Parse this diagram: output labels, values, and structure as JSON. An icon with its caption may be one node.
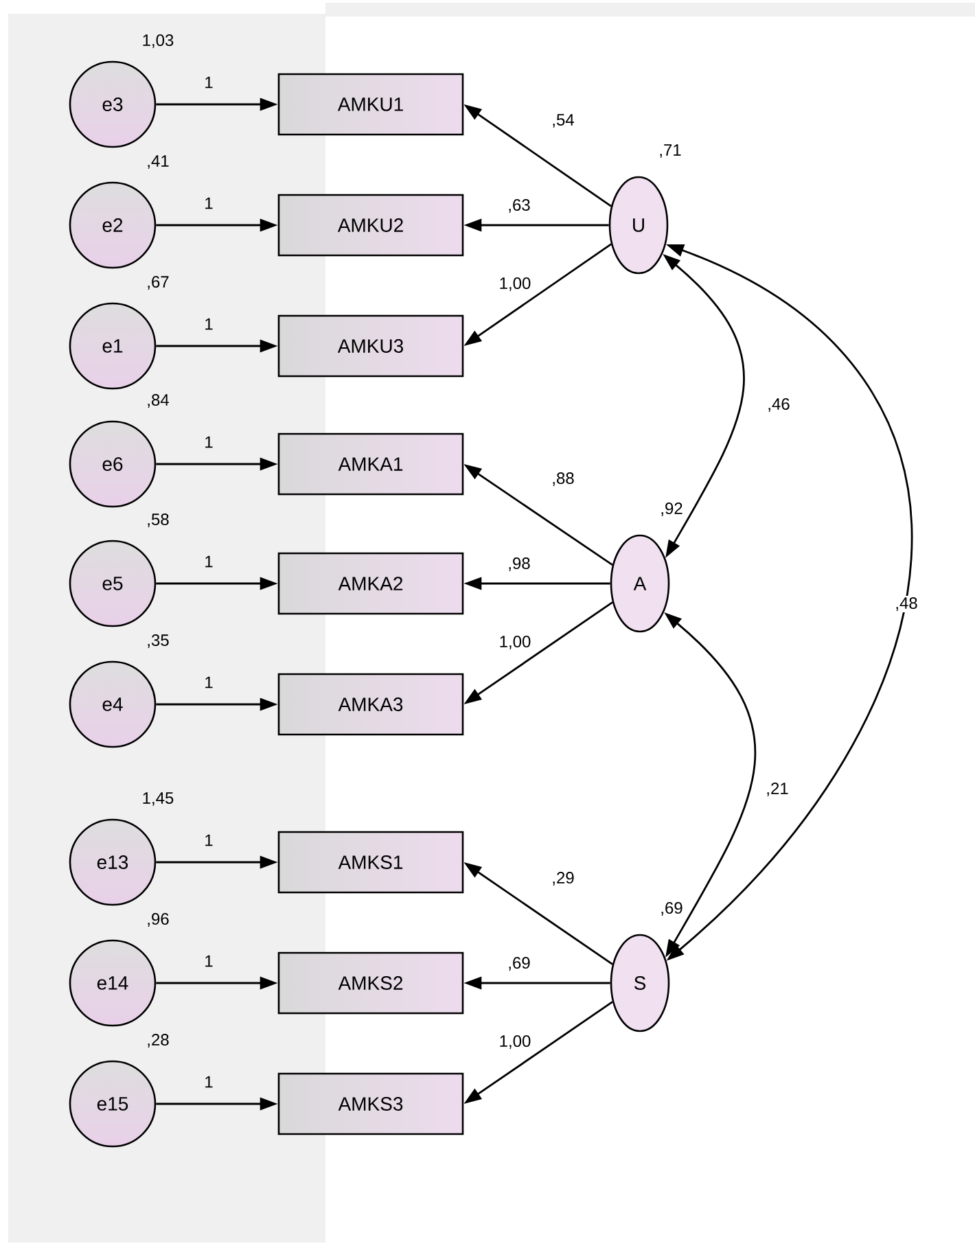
{
  "diagram": {
    "nodes": [
      {
        "text": [
          "e3"
        ],
        "beside": [
          "1,03"
        ]
      },
      {
        "text": [
          "AMKU1"
        ]
      },
      {
        "text": [
          "e2"
        ],
        "beside": [
          ",41"
        ]
      },
      {
        "text": [
          "AMKU2"
        ]
      },
      {
        "text": [
          "e1"
        ],
        "beside": [
          ",67"
        ]
      },
      {
        "text": [
          "AMKU3"
        ]
      },
      {
        "text": [
          "e6"
        ],
        "beside": [
          ",84"
        ]
      },
      {
        "text": [
          "AMKA1"
        ]
      },
      {
        "text": [
          "e5"
        ],
        "beside": [
          ",58"
        ]
      },
      {
        "text": [
          "AMKA2"
        ]
      },
      {
        "text": [
          "e4"
        ],
        "beside": [
          ",35"
        ]
      },
      {
        "text": [
          "AMKA3"
        ]
      },
      {
        "text": [
          "e13"
        ],
        "beside": [
          "1,45"
        ]
      },
      {
        "text": [
          "AMKS1"
        ]
      },
      {
        "text": [
          "e14"
        ],
        "beside": [
          ",96"
        ]
      },
      {
        "text": [
          "AMKS2"
        ]
      },
      {
        "text": [
          "e15"
        ],
        "beside": [
          ",28"
        ]
      },
      {
        "text": [
          "AMKS3"
        ]
      },
      {
        "text": [
          "U"
        ],
        "beside": [
          ",71"
        ]
      },
      {
        "text": [
          "A"
        ],
        "beside": [
          ",92"
        ]
      },
      {
        "text": [
          "S"
        ],
        "beside": [
          ",69"
        ]
      }
    ],
    "edges": [
      {
        "from": 0,
        "to": 1,
        "arrow": "to",
        "label": "1"
      },
      {
        "from": 2,
        "to": 3,
        "arrow": "to",
        "label": "1"
      },
      {
        "from": 4,
        "to": 5,
        "arrow": "to",
        "label": "1"
      },
      {
        "from": 6,
        "to": 7,
        "arrow": "to",
        "label": "1"
      },
      {
        "from": 8,
        "to": 9,
        "arrow": "to",
        "label": "1"
      },
      {
        "from": 10,
        "to": 11,
        "arrow": "to",
        "label": "1"
      },
      {
        "from": 12,
        "to": 13,
        "arrow": "to",
        "label": "1"
      },
      {
        "from": 14,
        "to": 15,
        "arrow": "to",
        "label": "1"
      },
      {
        "from": 16,
        "to": 17,
        "arrow": "to",
        "label": "1"
      },
      {
        "from": 18,
        "to": 1,
        "arrow": "to",
        "label": ",54"
      },
      {
        "from": 18,
        "to": 3,
        "arrow": "to",
        "label": ",63"
      },
      {
        "from": 18,
        "to": 5,
        "arrow": "to",
        "label": "1,00"
      },
      {
        "from": 19,
        "to": 7,
        "arrow": "to",
        "label": ",88"
      },
      {
        "from": 19,
        "to": 9,
        "arrow": "to",
        "label": ",98"
      },
      {
        "from": 19,
        "to": 11,
        "arrow": "to",
        "label": "1,00"
      },
      {
        "from": 20,
        "to": 13,
        "arrow": "to",
        "label": ",29"
      },
      {
        "from": 20,
        "to": 15,
        "arrow": "to",
        "label": ",69"
      },
      {
        "from": 20,
        "to": 17,
        "arrow": "to",
        "label": "1,00"
      },
      {
        "from": 18,
        "to": 19,
        "arrow": "both",
        "label": ",46"
      },
      {
        "from": 18,
        "to": 20,
        "arrow": "both",
        "label": ",48"
      },
      {
        "from": 19,
        "to": 20,
        "arrow": "both",
        "label": ",21"
      }
    ]
  }
}
